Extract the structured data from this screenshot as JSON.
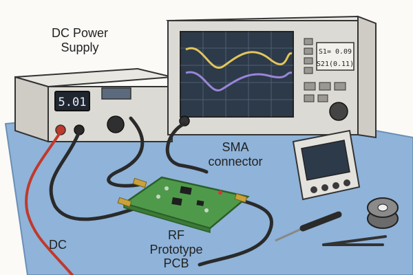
{
  "labels": {
    "power_supply_line1": "DC Power",
    "power_supply_line2": "Supply",
    "sma_line1": "SMA",
    "sma_line2": "connector",
    "dc": "DC",
    "pcb_line1": "RF",
    "pcb_line2": "Prototype",
    "pcb_line3": "PCB"
  },
  "power_supply": {
    "display": "5.01"
  },
  "analyzer": {
    "readout_s11": "S1= 0.09",
    "readout_s21": "S21(0.11)"
  },
  "colors": {
    "mat": "#8fb3d9",
    "trace_yellow": "#e3c65a",
    "trace_purple": "#9a86d8",
    "screen": "#2d3a4a",
    "pcb": "#4f9a4a",
    "red_cable": "#c0392b"
  },
  "icons": [
    "power-supply-icon",
    "network-analyzer-icon",
    "handheld-meter-icon",
    "solder-spool-icon",
    "soldering-iron-icon",
    "tweezers-icon"
  ]
}
